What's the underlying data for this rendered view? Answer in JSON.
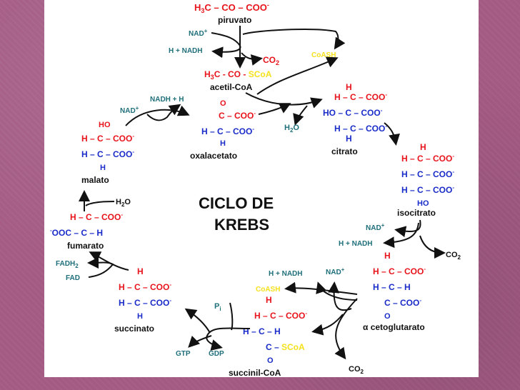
{
  "title": {
    "line1": "CICLO DE",
    "line2": "KREBS"
  },
  "compounds": {
    "piruvato": {
      "formula": {
        "a": "H",
        "sub": "3",
        "b": "C – CO – COO",
        "charge": "-"
      },
      "name": "piruvato"
    },
    "acetil": {
      "formula": {
        "a": "H",
        "sub": "3",
        "b": "C - CO - ",
        "scoa": "SCoA"
      },
      "name": "acetil-CoA"
    },
    "citrato": {
      "rows": [
        "H – C – COO",
        "HO – C – COO",
        "H – C – COO"
      ],
      "top": "H",
      "bottom": "H",
      "name": "citrato"
    },
    "isocitrato": {
      "rows": [
        "H – C – COO",
        "H – C – COO",
        "H – C – COO"
      ],
      "top": "H",
      "bottom": "HO",
      "name": "isocitrato"
    },
    "cetoglutarato": {
      "rows": [
        "H – C – COO",
        "H – C – H",
        "C – COO"
      ],
      "top": "H",
      "bottom": "O",
      "name": "α cetoglutarato"
    },
    "succinil": {
      "rows": [
        "H – C – COO",
        "H – C – H",
        "C – "
      ],
      "scoa": "SCoA",
      "top": "H",
      "bottom": "O",
      "name": "succinil-CoA"
    },
    "succinato": {
      "rows": [
        "H – C – COO",
        "H – C – COO"
      ],
      "top": "H",
      "bottom": "H",
      "name": "succinato"
    },
    "fumarato": {
      "rows": [
        "H – C – COO",
        "OOC – C – H"
      ],
      "name": "fumarato"
    },
    "malato": {
      "rows": [
        "H – C – COO",
        "H – C – COO"
      ],
      "top": "HO",
      "bottom": "H",
      "name": "malato"
    },
    "oxalacetato": {
      "rows": [
        "C – COO",
        "H – C – COO"
      ],
      "top": "O",
      "bottom": "H",
      "name": "oxalacetato"
    }
  },
  "cofactors": {
    "nad_top": "NAD",
    "nadh_top": "H + NADH",
    "co2_top": "CO",
    "co2_sub": "2",
    "coash_top": "CoASH",
    "h2o_cit": "H",
    "h2o_cit_sub": "2",
    "h2o_cit_o": "O",
    "nad_iso": "NAD",
    "nadh_iso": "H + NADH",
    "co2_iso": "CO",
    "nadh_keto": "H + NADH",
    "nad_keto": "NAD",
    "coash_succ": "CoASH",
    "co2_keto": "CO",
    "pi": "P",
    "pi_sub": "i",
    "gtp": "GTP",
    "gdp": "GDP",
    "fadh": "FADH",
    "fadh_sub": "2",
    "fad": "FAD",
    "h2o_mal": "H",
    "h2o_mal_o": "O",
    "nad_mal": "NAD",
    "nadh_mal": "NADH + H",
    "plus": "+",
    "minus": "-"
  }
}
